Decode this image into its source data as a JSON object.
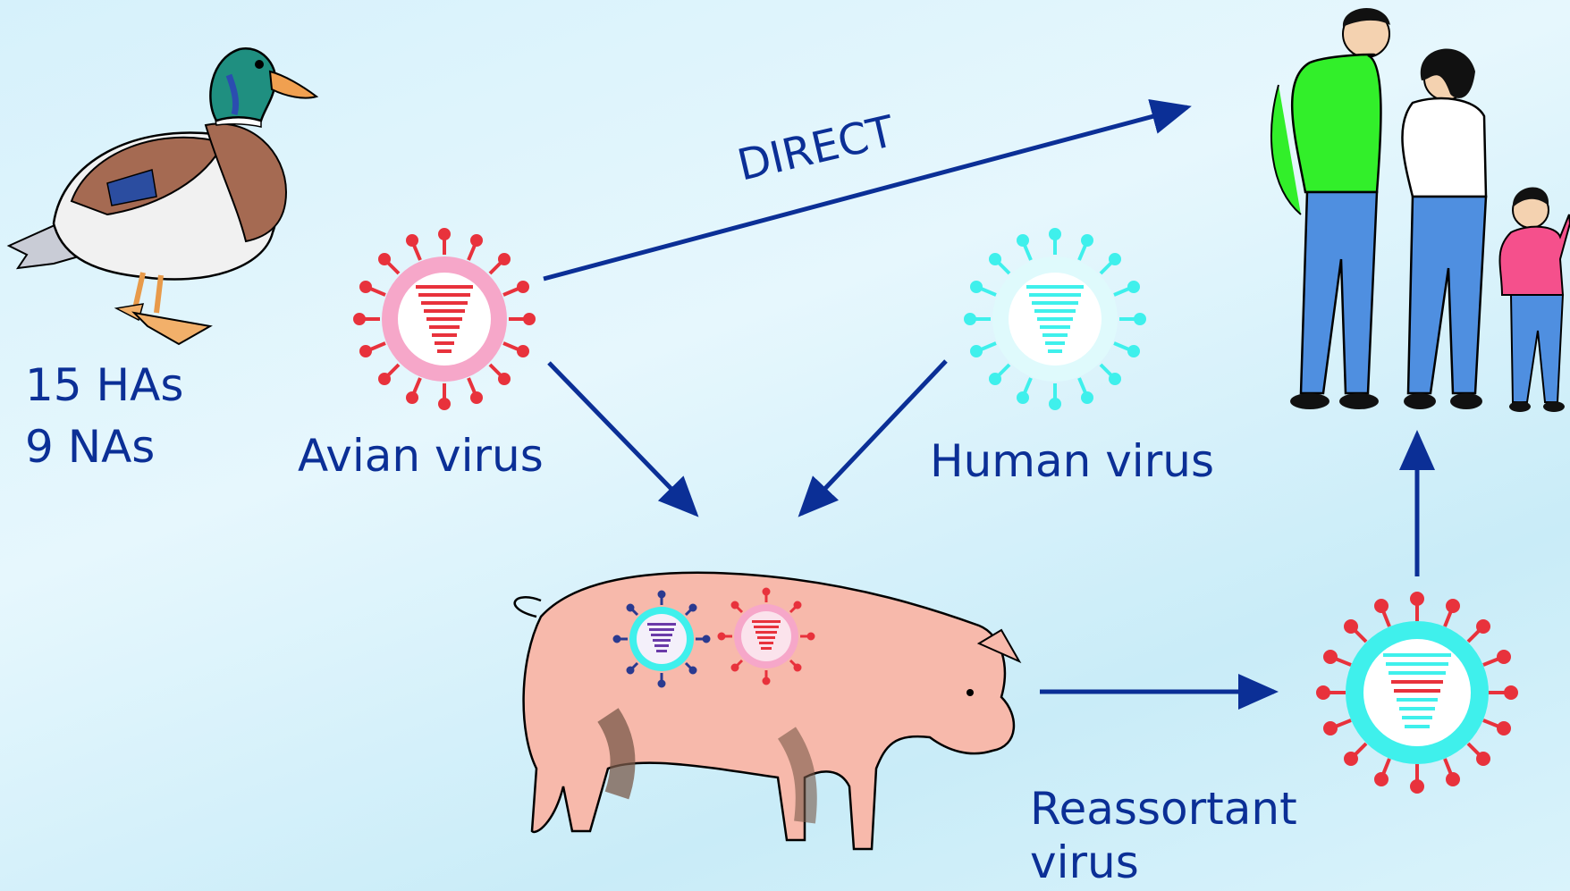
{
  "labels": {
    "hemagglutinins": "15 HAs",
    "neuraminidases": "9 NAs",
    "avian_virus": "Avian virus",
    "human_virus": "Human virus",
    "direct": "DIRECT",
    "reassortant_line1": "Reassortant",
    "reassortant_line2": "virus"
  },
  "colors": {
    "label_text": "#0b2f96",
    "arrow": "#0b2f96",
    "avian_virus": "#e8323c",
    "avian_capsid": "#f6a7c9",
    "human_virus": "#3ff0ec",
    "reassortant_capsid": "#3ff0ec",
    "pig_body": "#f7b9ab"
  },
  "icons": [
    "duck-icon",
    "avian-virus-icon",
    "human-virus-icon",
    "pig-icon",
    "reassortant-virus-icon",
    "family-icon"
  ]
}
